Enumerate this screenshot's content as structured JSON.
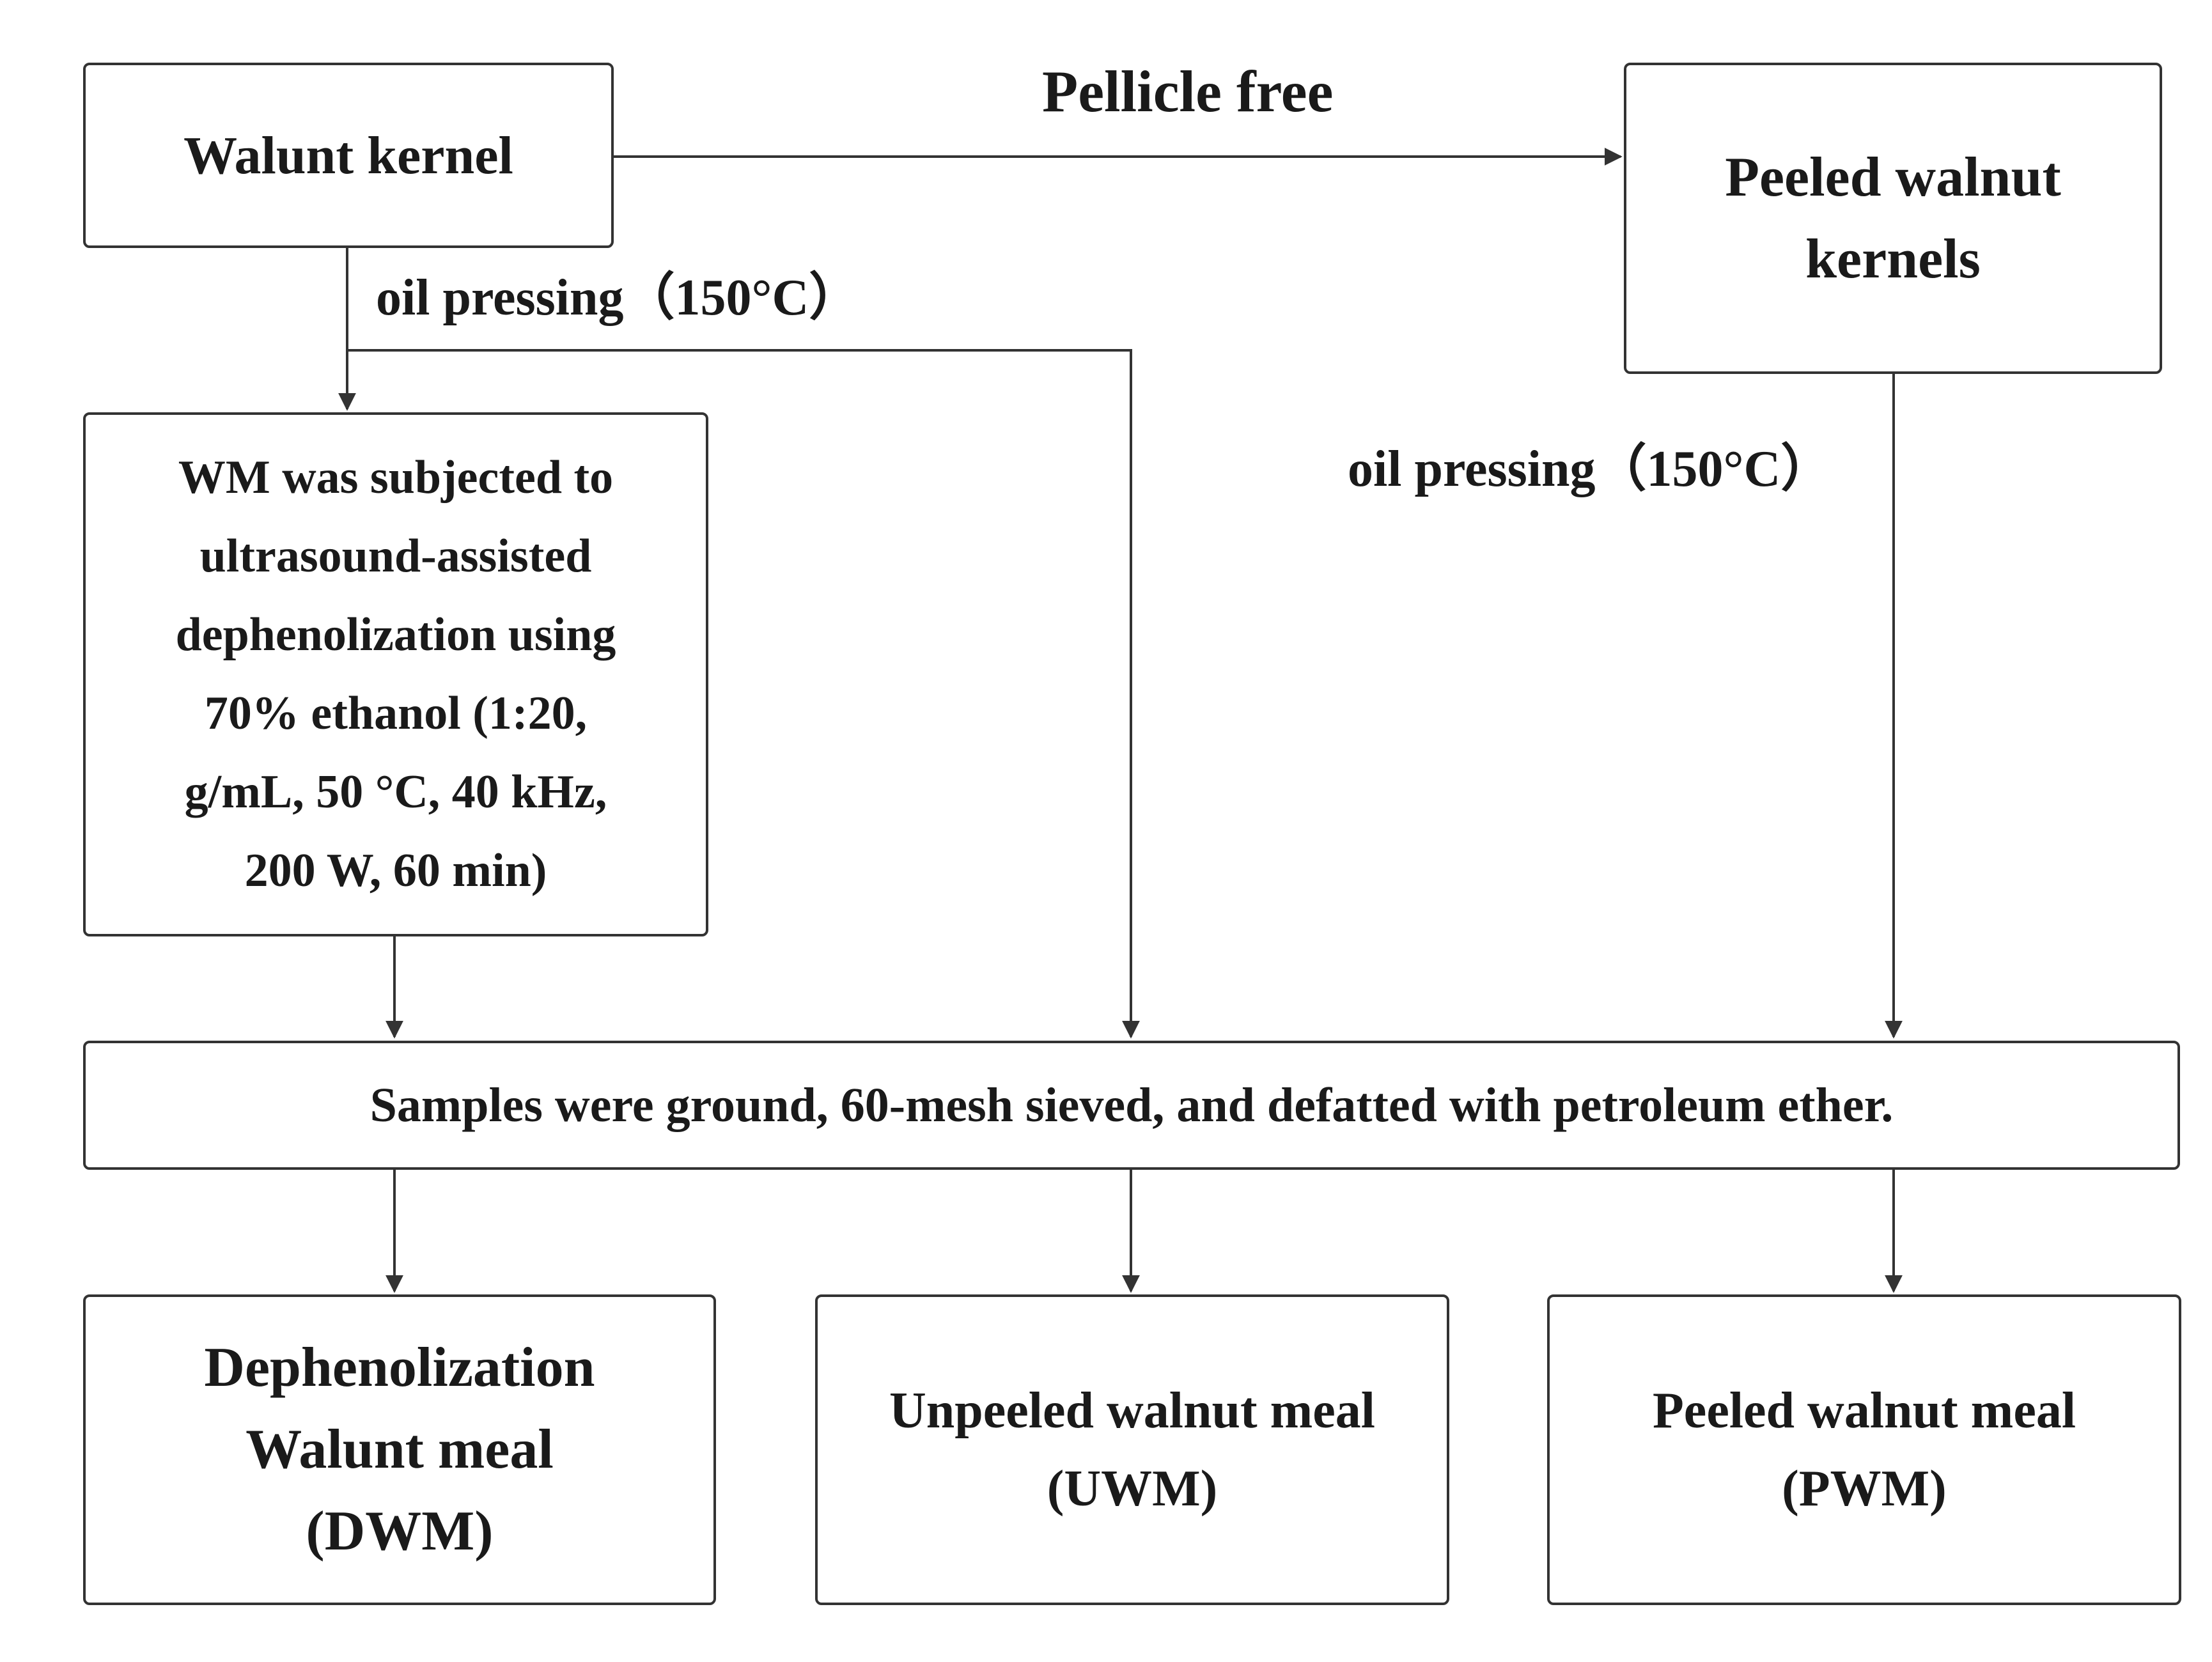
{
  "nodes": {
    "walnut_kernel": "Walunt kernel",
    "peeled_kernels": [
      "Peeled walnut",
      "kernels"
    ],
    "dephenolization_step": [
      "WM was subjected to",
      "ultrasound-assisted",
      "dephenolization using",
      "70% ethanol (1:20,",
      "g/mL, 50 °C, 40 kHz,",
      "200 W, 60 min)"
    ],
    "grinding_step": "Samples were ground, 60-mesh sieved, and defatted with petroleum ether.",
    "dwm": [
      "Dephenolization",
      "Walunt meal",
      "(DWM)"
    ],
    "uwm": [
      "Unpeeled walnut meal",
      "(UWM)"
    ],
    "pwm": [
      "Peeled walnut meal",
      "(PWM)"
    ]
  },
  "edge_labels": {
    "pellicle_free": "Pellicle free",
    "oil_pressing_left": "oil pressing（150°C）",
    "oil_pressing_right": "oil pressing（150°C）"
  },
  "colors": {
    "line": "#333333",
    "text": "#1a1a1a",
    "background": "#ffffff"
  }
}
